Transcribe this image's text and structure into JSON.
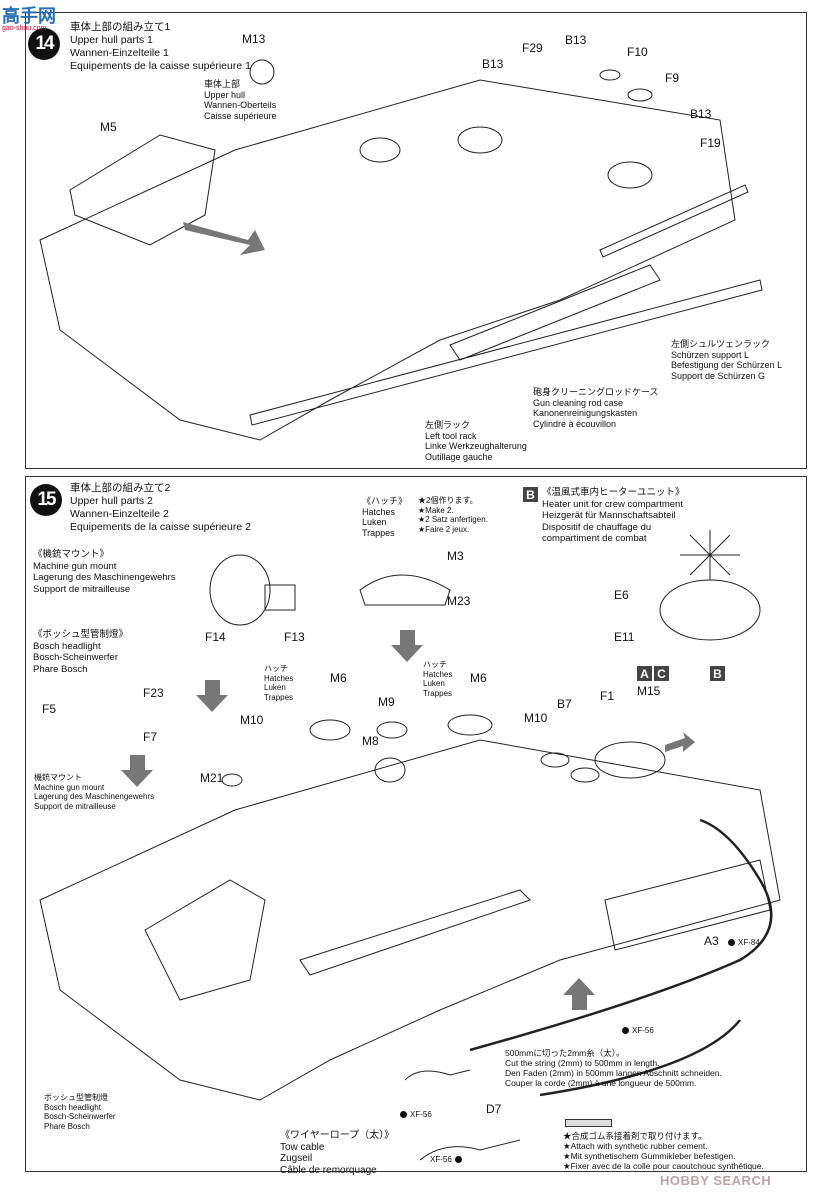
{
  "logo": {
    "text": "高手网",
    "subtext": "gao-shou.com"
  },
  "watermark": "HOBBY SEARCH",
  "step14": {
    "number": "14",
    "title": [
      "車体上部の組み立て1",
      "Upper hull parts 1",
      "Wannen-Einzelteile 1",
      "Equipements de la caisse supérieure 1"
    ],
    "upper_hull": [
      "車体上部",
      "Upper hull",
      "Wannen-Oberteils",
      "Caisse supérieure"
    ],
    "parts": {
      "m13": "M13",
      "m5": "M5",
      "b13a": "B13",
      "f29": "F29",
      "b13b": "B13",
      "f10": "F10",
      "f9": "F9",
      "b13c": "B13",
      "f19": "F19"
    },
    "schurzen": [
      "左側シュルツェンラック",
      "Schürzen support L",
      "Befestigung der Schürzen L",
      "Support de Schürzen G"
    ],
    "cleaning_rod": [
      "砲身クリーニングロッドケース",
      "Gun cleaning rod case",
      "Kanonenreinigungskasten",
      "Cylindre à écouvillon"
    ],
    "tool_rack": [
      "左側ラック",
      "Left tool rack",
      "Linke Werkzeughalterung",
      "Outillage gauche"
    ]
  },
  "step15": {
    "number": "15",
    "title": [
      "車体上部の組み立て2",
      "Upper hull parts 2",
      "Wannen-Einzelteile 2",
      "Equipements de la caisse supérieure 2"
    ],
    "mg_mount": [
      "《機銃マウント》",
      "Machine gun mount",
      "Lagerung des Maschinengewehrs",
      "Support de mitrailleuse"
    ],
    "bosch": [
      "《ボッシュ型管制燈》",
      "Bosch headlight",
      "Bosch-Scheinwerfer",
      "Phare Bosch"
    ],
    "mg_mount_small": [
      "機銃マウント",
      "Machine gun mount",
      "Lagerung des Maschinengewehrs",
      "Support de mitrailleuse"
    ],
    "bosch_small": [
      "ボッシュ型管制燈",
      "Bosch headlight",
      "Bosch-Scheinwerfer",
      "Phare Bosch"
    ],
    "hatches_header": [
      "《ハッチ》",
      "Hatches",
      "Luken",
      "Trappes"
    ],
    "make_two": [
      "★2個作ります。",
      "★Make 2.",
      "★2 Satz anfertigen.",
      "★Faire 2 jeux."
    ],
    "hatches_small": [
      "ハッチ",
      "Hatches",
      "Luken",
      "Trappes"
    ],
    "heater": {
      "letter": "B",
      "lines": [
        "《温風式車内ヒーターユニット》",
        "Heater unit for crew compartment",
        "Heizgerät für Mannschaftsabteil",
        "Dispositif de chauffage du",
        "compartiment de combat"
      ]
    },
    "letters": {
      "a": "A",
      "c": "C",
      "b": "B"
    },
    "parts": {
      "m3": "M3",
      "m23": "M23",
      "e6": "E6",
      "e11": "E11",
      "f14": "F14",
      "f13": "F13",
      "f23": "F23",
      "f5": "F5",
      "f7": "F7",
      "m6a": "M6",
      "m6b": "M6",
      "m10a": "M10",
      "m10b": "M10",
      "m9": "M9",
      "m8": "M8",
      "m21": "M21",
      "b7": "B7",
      "f1": "F1",
      "m15": "M15",
      "a3": "A3",
      "d7": "D7"
    },
    "paints": {
      "xf84": "XF-84",
      "xf56a": "XF-56",
      "xf56b": "XF-56",
      "xf56c": "XF-56"
    },
    "string_note": [
      "500mmに切った2mm糸（太）。",
      "Cut the string (2mm) to 500mm in length.",
      "Den Faden (2mm) in 500mm langen Abschnitt schneiden.",
      "Couper la corde (2mm) à une longueur de 500mm."
    ],
    "tow_cable": [
      "《ワイヤーロープ（太）》",
      "Tow cable",
      "Zugseil",
      "Câble de remorquage"
    ],
    "cement_note": [
      "★合成ゴム系接着剤で取り付けます。",
      "★Attach with synthetic rubber cement.",
      "★Mit synthetischem Gummikleber befestigen.",
      "★Fixer avec de la colle pour caoutchouc synthétique."
    ]
  }
}
